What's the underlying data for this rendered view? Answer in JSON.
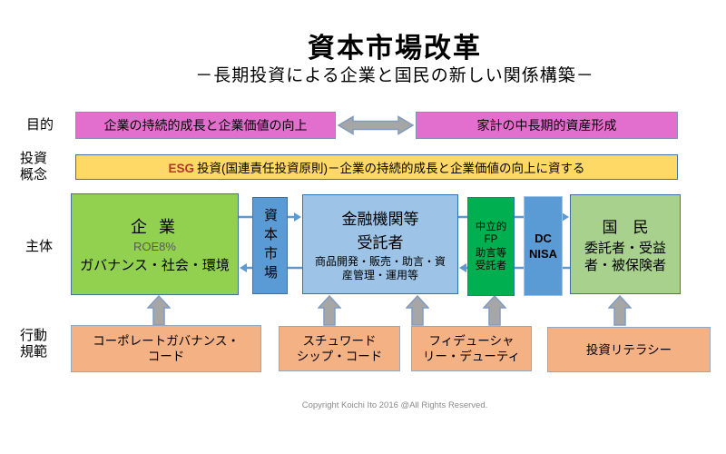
{
  "title": "資本市場改革",
  "subtitle": "－長期投資による企業と国民の新しい関係構築－",
  "labels": {
    "purpose": "目的",
    "concept": "投資\n概念",
    "subject": "主体",
    "conduct": "行動\n規範"
  },
  "purpose_row": {
    "corporate_goal": "企業の持続的成長と企業価値の向上",
    "household_goal": "家計の中長期的資産形成"
  },
  "concept_row": {
    "esg_prefix": "ESG",
    "esg_rest": "投資(国連責任投資原則)－企業の持続的成長と企業価値の向上に資する"
  },
  "subject_row": {
    "company": {
      "name": "企 業",
      "roe": "ROE8%",
      "detail": "ガバナンス・社会・環境"
    },
    "capital_market": "資本市場",
    "financial_institutions": {
      "name": "金融機関等",
      "role": "受託者",
      "detail": "商品開発・販売・助言・資\n産管理・運用等"
    },
    "neutral_fp": "中立的\nFP\n助言等\n受託者",
    "dc_nisa": "DC\nNISA",
    "citizens": {
      "name": "国　民",
      "detail": "委託者・受益\n者・被保険者"
    }
  },
  "conduct_row": {
    "governance_code": "コーポレートガバナンス・\nコード",
    "stewardship_code": "スチュワード\nシップ・コード",
    "fiduciary_duty": "フィデューシャ\nリー・デューティ",
    "investment_literacy": "投資リテラシー"
  },
  "footer": {
    "copyright": "Copyright Koichi Ito 2016 @All Rights Reserved."
  },
  "colors": {
    "pink": "#E26ECE",
    "yellow": "#FFD966",
    "bright_green": "#92D050",
    "dark_green": "#00B050",
    "medium_blue": "#5B9BD5",
    "light_blue": "#9DC3E6",
    "light_green": "#A9D18E",
    "orange": "#F4B183",
    "arrow_gray": "#A6A6A6",
    "arrow_outline_blue": "#7F9BC0",
    "connector_blue": "#5B9BD5",
    "esg_red": "#B03A2E"
  }
}
